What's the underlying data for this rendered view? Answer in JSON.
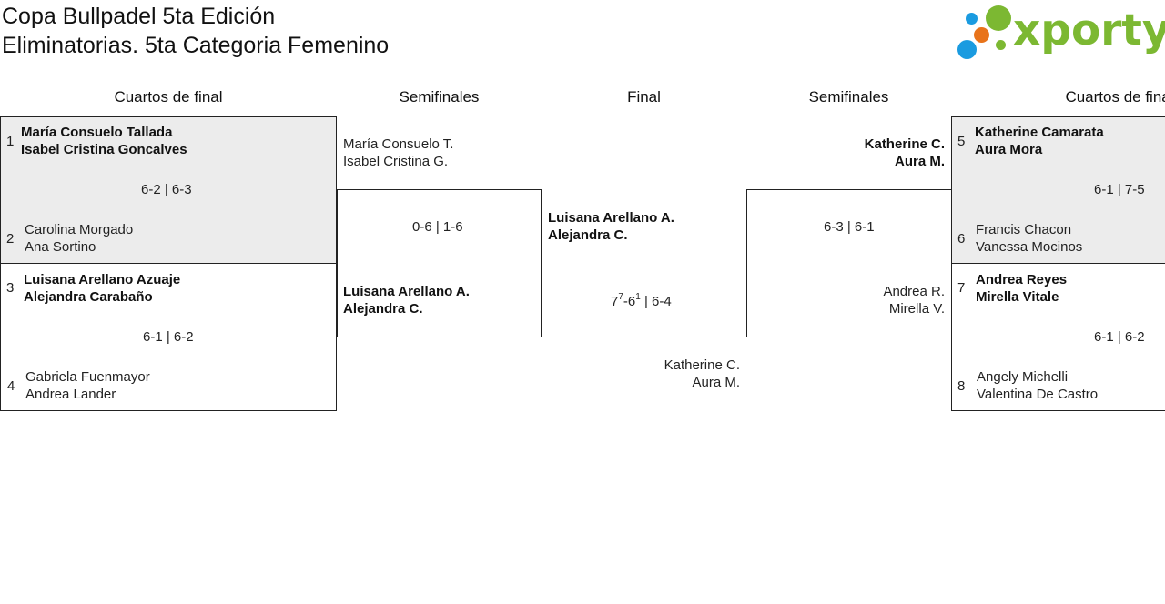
{
  "header": {
    "title_line1": "Copa Bullpadel 5ta Edición",
    "title_line2": "Eliminatorias. 5ta Categoria Femenino"
  },
  "logo": {
    "text": "xporty",
    "text_color": "#7cb832",
    "dot_colors": {
      "green": "#7cb832",
      "orange": "#e8731a",
      "blue": "#1a9be0"
    }
  },
  "rounds": {
    "left_quarters": "Cuartos de final",
    "left_semis": "Semifinales",
    "final": "Final",
    "right_semis": "Semifinales",
    "right_quarters": "Cuartos de final"
  },
  "quarterfinals": {
    "m1": {
      "top": {
        "seed": "1",
        "line1": "María Consuelo Tallada",
        "line2": "Isabel Cristina Goncalves"
      },
      "bottom": {
        "seed": "2",
        "line1": "Carolina Morgado",
        "line2": "Ana Sortino"
      },
      "score": "6-2 | 6-3"
    },
    "m2": {
      "top": {
        "seed": "3",
        "line1": "Luisana Arellano Azuaje",
        "line2": "Alejandra Carabaño"
      },
      "bottom": {
        "seed": "4",
        "line1": "Gabriela Fuenmayor",
        "line2": "Andrea Lander"
      },
      "score": "6-1 | 6-2"
    },
    "m3": {
      "top": {
        "seed": "5",
        "line1": "Katherine Camarata",
        "line2": "Aura Mora"
      },
      "bottom": {
        "seed": "6",
        "line1": "Francis Chacon",
        "line2": "Vanessa Mocinos"
      },
      "score": "6-1 | 7-5"
    },
    "m4": {
      "top": {
        "seed": "7",
        "line1": "Andrea Reyes",
        "line2": "Mirella Vitale"
      },
      "bottom": {
        "seed": "8",
        "line1": "Angely Michelli",
        "line2": "Valentina De Castro"
      },
      "score": "6-1 | 6-2"
    }
  },
  "semifinals": {
    "left": {
      "top": {
        "line1": "María Consuelo T.",
        "line2": "Isabel Cristina G."
      },
      "bottom": {
        "line1": "Luisana Arellano A.",
        "line2": "Alejandra C."
      },
      "score": "0-6 | 1-6"
    },
    "right": {
      "top": {
        "line1": "Katherine C.",
        "line2": "Aura M."
      },
      "bottom": {
        "line1": "Andrea R.",
        "line2": "Mirella V."
      },
      "score": "6-3 | 6-1"
    }
  },
  "final": {
    "top": {
      "line1": "Luisana Arellano A.",
      "line2": "Alejandra C."
    },
    "bottom": {
      "line1": "Katherine C.",
      "line2": "Aura M."
    },
    "score": {
      "set1_games": "7",
      "set1_tb_winner": "7",
      "set1_opp_games": "6",
      "set1_tb_loser": "1",
      "rest": " | 6-4"
    }
  }
}
